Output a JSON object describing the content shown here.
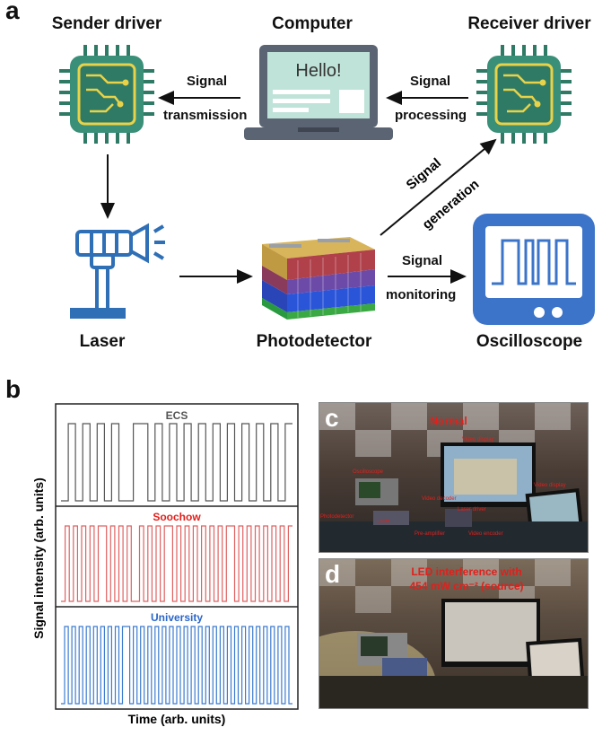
{
  "panel_a": {
    "letter": "a",
    "nodes": {
      "sender": "Sender driver",
      "computer": "Computer",
      "receiver": "Receiver driver",
      "laser": "Laser",
      "photodetector": "Photodetector",
      "oscilloscope": "Oscilloscope"
    },
    "screen_text": "Hello!",
    "edges": {
      "transmission_1": "Signal",
      "transmission_2": "transmission",
      "processing_1": "Signal",
      "processing_2": "processing",
      "generation_1": "Signal",
      "generation_2": "generation",
      "monitoring_1": "Signal",
      "monitoring_2": "monitoring"
    },
    "colors": {
      "chip_body": "#3a8f78",
      "chip_inner": "#2f7a64",
      "chip_trace": "#e8d24a",
      "laptop_gray": "#5a6472",
      "laptop_screen": "#bfe3d8",
      "laser_blue": "#2f6fb6",
      "osc_blue": "#3c74c9",
      "pd_gold": "#d8b45a",
      "pd_red": "#b0404a",
      "pd_purple": "#6c4aa8",
      "pd_blue": "#2a55d8",
      "pd_green": "#3aa843"
    }
  },
  "panel_b": {
    "letter": "b",
    "ylabel": "Signal intensity (arb. units)",
    "xlabel": "Time (arb. units)",
    "traces": [
      {
        "name": "ECS",
        "color": "#555555",
        "name_color": "#555555",
        "bits": [
          0,
          1,
          0,
          1,
          0,
          1,
          0,
          1,
          0,
          0,
          1,
          1,
          0,
          1,
          0,
          1,
          0,
          1,
          0,
          1,
          0,
          1,
          0,
          1,
          0,
          1,
          0,
          1,
          0,
          1,
          0,
          1
        ]
      },
      {
        "name": "Soochow",
        "color": "#e06060",
        "name_color": "#e0201c",
        "bits": [
          0,
          1,
          0,
          1,
          0,
          1,
          0,
          1,
          0,
          1,
          1,
          0,
          1,
          0,
          1,
          0,
          1,
          0,
          0,
          1,
          0,
          1,
          0,
          1,
          0,
          1,
          1,
          0,
          1,
          0,
          1,
          0,
          1,
          0,
          1,
          0,
          1,
          0,
          1,
          0,
          1,
          1,
          0,
          1,
          0,
          1,
          0,
          1,
          0,
          1,
          0,
          1,
          0,
          1,
          0,
          1
        ]
      },
      {
        "name": "University",
        "color": "#3b7bd0",
        "name_color": "#2a66c9",
        "bits": [
          0,
          1,
          0,
          1,
          0,
          1,
          0,
          1,
          0,
          1,
          0,
          1,
          0,
          1,
          0,
          1,
          0,
          1,
          1,
          0,
          1,
          0,
          1,
          0,
          1,
          0,
          1,
          0,
          1,
          0,
          1,
          0,
          1,
          0,
          1,
          0,
          1,
          0,
          1,
          0,
          1,
          0,
          1,
          0,
          1,
          0,
          1,
          0,
          1,
          0,
          1,
          0,
          1,
          0,
          1,
          0,
          1,
          0,
          1,
          0,
          1,
          0,
          1,
          0
        ]
      }
    ]
  },
  "panel_c": {
    "letter": "c",
    "caption": "Normal",
    "tags": [
      "Video display",
      "Oscilloscope",
      "Video decoder",
      "Video display",
      "Photodetector",
      "Laser",
      "Laser driver",
      "Pre-amplifier",
      "Video encoder"
    ]
  },
  "panel_d": {
    "letter": "d",
    "caption_1": "LED interference with",
    "caption_2": "454 mW cm⁻² (source)"
  }
}
